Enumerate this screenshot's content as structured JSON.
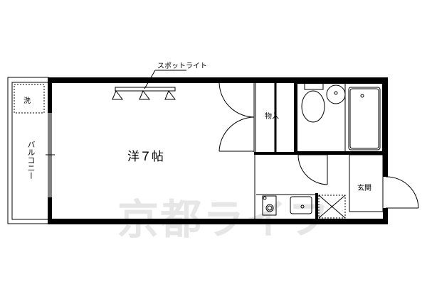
{
  "floorplan": {
    "labels": {
      "spotlight": "スポットライト",
      "western_room": "洋７帖",
      "washer": "洗",
      "balcony": "バルコニー",
      "storage": "物入",
      "entrance": "玄関"
    },
    "watermark": "京都ライフ"
  }
}
